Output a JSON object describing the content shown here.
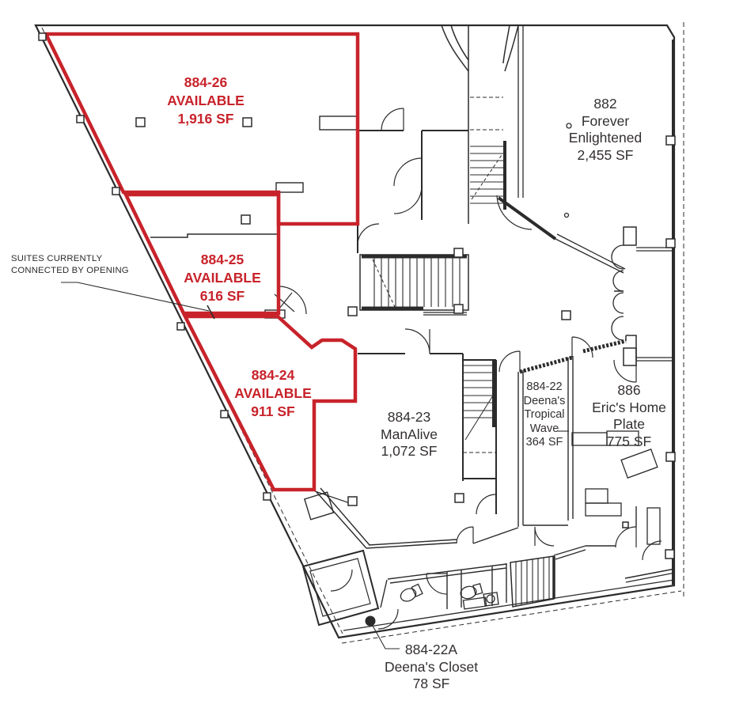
{
  "plan": {
    "annotation": {
      "line1": "SUITES CURRENTLY",
      "line2": "CONNECTED BY OPENING"
    },
    "suites": {
      "s884_26": {
        "id": "884-26",
        "status": "AVAILABLE",
        "area": "1,916 SF"
      },
      "s884_25": {
        "id": "884-25",
        "status": "AVAILABLE",
        "area": "616 SF"
      },
      "s884_24": {
        "id": "884-24",
        "status": "AVAILABLE",
        "area": "911 SF"
      },
      "s882": {
        "id": "882",
        "tenant_line1": "Forever",
        "tenant_line2": "Enlightened",
        "area": "2,455 SF"
      },
      "s884_23": {
        "id": "884-23",
        "tenant": "ManAlive",
        "area": "1,072 SF"
      },
      "s884_22": {
        "id": "884-22",
        "tenant_line1": "Deena's",
        "tenant_line2": "Tropical",
        "tenant_line3": "Wave",
        "area": "364 SF"
      },
      "s886": {
        "id": "886",
        "tenant_line1": "Eric's Home",
        "tenant_line2": "Plate",
        "area": "775 SF"
      },
      "s884_22a": {
        "id": "884-22A",
        "tenant": "Deena's Closet",
        "area": "78 SF"
      }
    },
    "colors": {
      "available_red": "#c8232b",
      "wall_black": "#2b2b2b"
    }
  }
}
